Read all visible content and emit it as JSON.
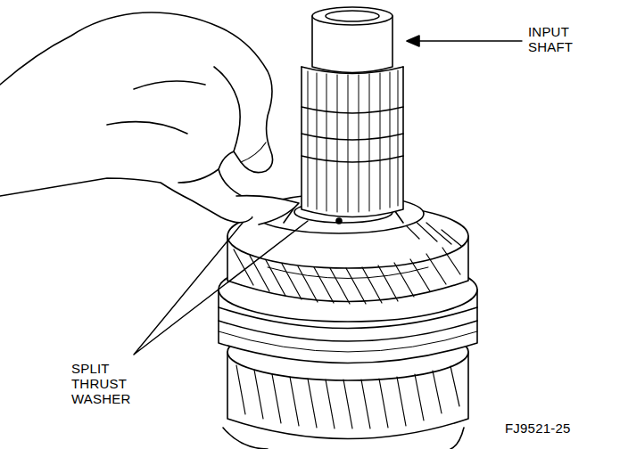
{
  "diagram": {
    "labels": [
      "INPUT SHAFT",
      "SPLIT THRUST WASHER",
      "FJ9521-25"
    ]
  }
}
